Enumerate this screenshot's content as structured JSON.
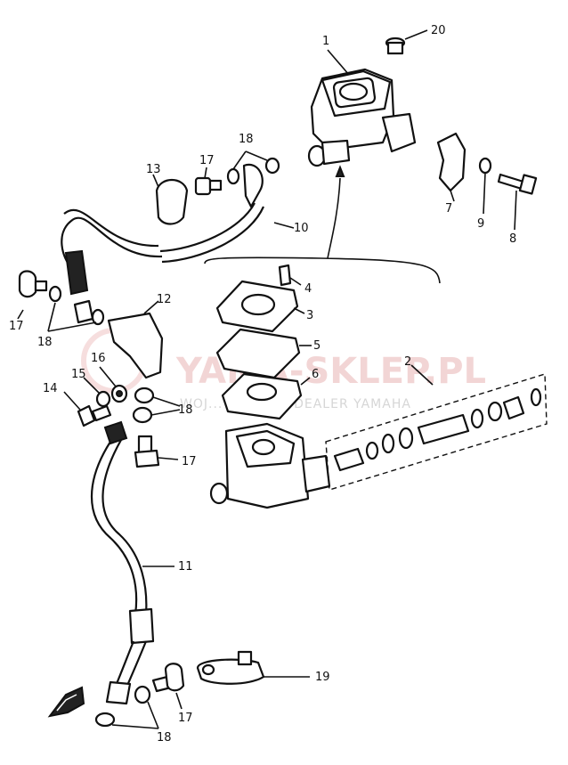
{
  "callouts": {
    "c1": "1",
    "c2": "2",
    "c3": "3",
    "c4": "4",
    "c5": "5",
    "c6": "6",
    "c7": "7",
    "c8": "8",
    "c9": "9",
    "c10": "10",
    "c11": "11",
    "c12": "12",
    "c13": "13",
    "c14": "14",
    "c15": "15",
    "c16": "16",
    "c17a": "17",
    "c17b": "17",
    "c17c": "17",
    "c17d": "17",
    "c18a": "18",
    "c18b": "18",
    "c18c": "18",
    "c18d": "18",
    "c19": "19",
    "c20": "20"
  },
  "watermark": {
    "brand": "YAMA-SKLEP.PL",
    "tagline": "WOJ... ...WICZ | DEALER YAMAHA"
  },
  "colors": {
    "ink": "#111111",
    "watermark": "#e8b4b4"
  }
}
